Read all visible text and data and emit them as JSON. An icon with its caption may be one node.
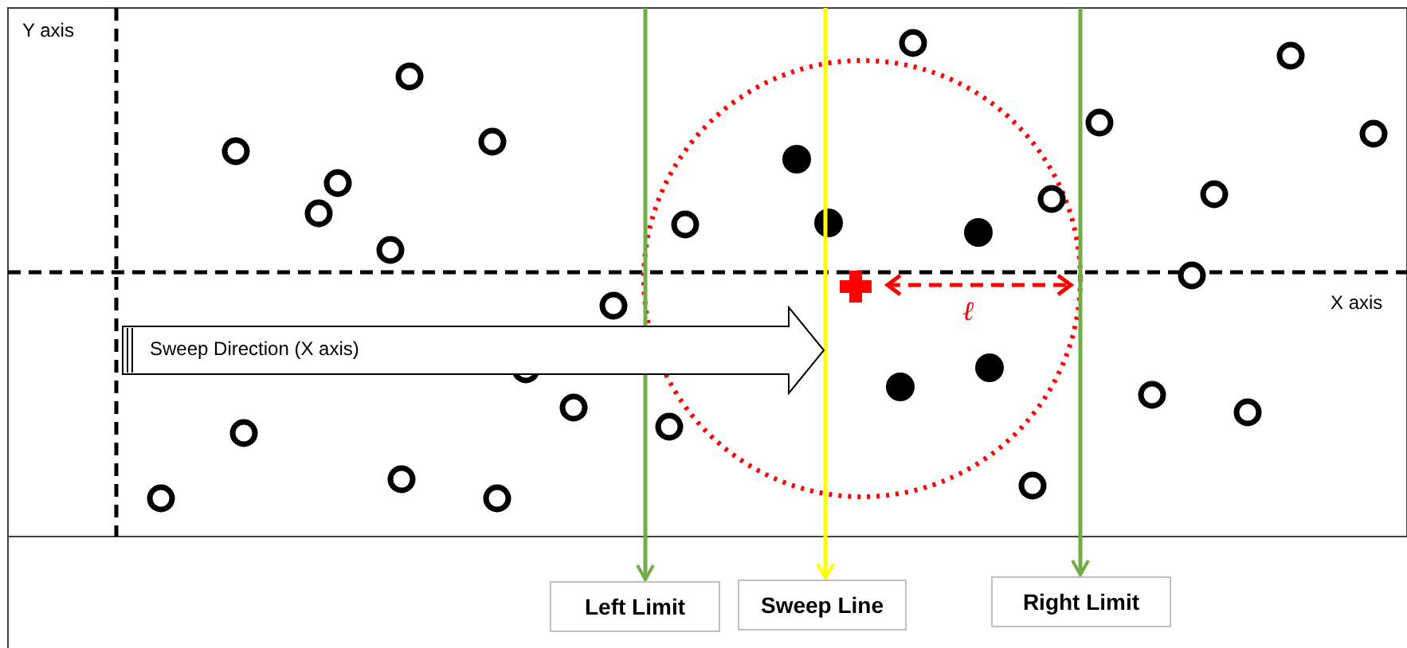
{
  "diagram": {
    "nodes": [
      {
        "text": [
          "Sweep Direction (X axis)"
        ]
      },
      {
        "text": [
          "Left Limit"
        ]
      },
      {
        "text": [
          "Sweep Line"
        ]
      },
      {
        "text": [
          "Right Limit"
        ]
      }
    ],
    "edges": [
      {
        "from": null,
        "to": 1,
        "arrow": "to"
      },
      {
        "from": null,
        "to": 2,
        "arrow": "to",
        "color": "#ffff00"
      },
      {
        "from": null,
        "to": 3,
        "arrow": "to"
      }
    ],
    "labels": [
      "Y axis",
      "X axis",
      "ℓ"
    ]
  }
}
